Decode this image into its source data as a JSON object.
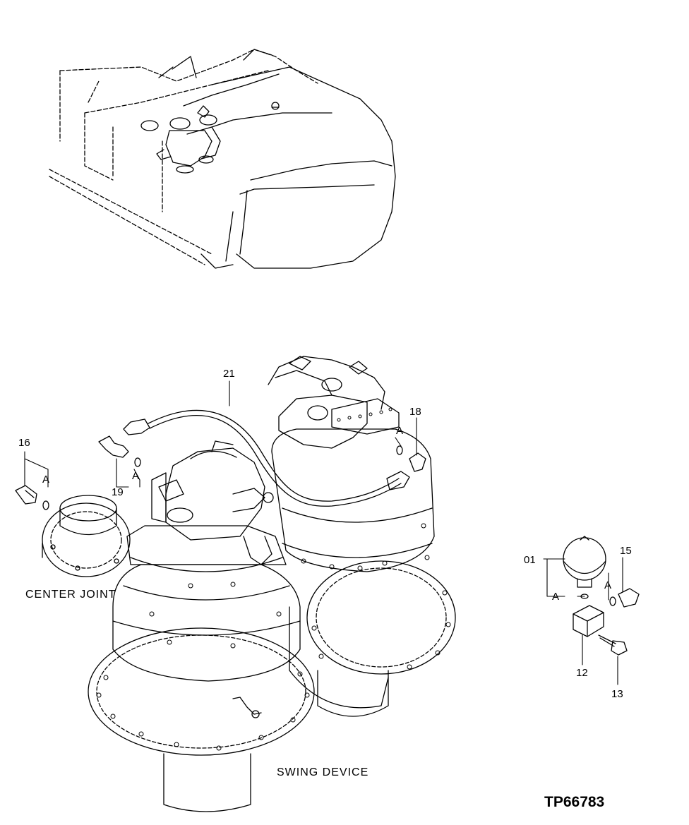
{
  "captions": {
    "center_joint": "CENTER JOINT",
    "swing_device": "SWING DEVICE",
    "document_id": "TP66783"
  },
  "callouts": {
    "part_01": "01",
    "part_12": "12",
    "part_13": "13",
    "part_15": "15",
    "part_16": "16",
    "part_18": "18",
    "part_19": "19",
    "part_21": "21",
    "detail_a": "A"
  }
}
